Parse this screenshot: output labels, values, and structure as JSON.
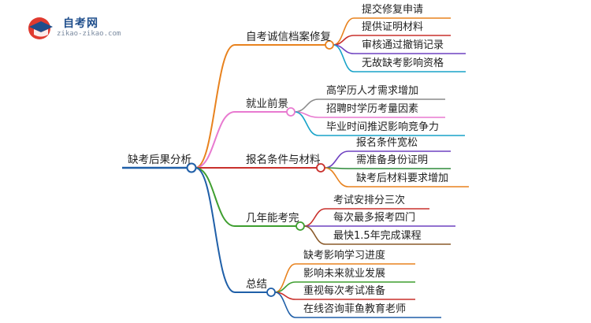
{
  "logo": {
    "name": "自考网",
    "domain": "zikao-zikao.com"
  },
  "root": {
    "label": "缺考后果分析"
  },
  "branches": [
    {
      "label": "自考诚信档案修复",
      "color": "#e8821e",
      "children": [
        {
          "label": "提交修复申请",
          "color": "#e8821e"
        },
        {
          "label": "提供证明材料",
          "color": "#c9302c"
        },
        {
          "label": "审核通过撤销记录",
          "color": "#6f42c1"
        },
        {
          "label": "无故缺考影响资格",
          "color": "#18a3c9"
        }
      ]
    },
    {
      "label": "就业前景",
      "color": "#e87ad0",
      "children": [
        {
          "label": "高学历人才需求增加",
          "color": "#8a8a8a"
        },
        {
          "label": "招聘时学历考量因素",
          "color": "#e87ad0"
        },
        {
          "label": "毕业时间推迟影响竞争力",
          "color": "#18a3c9"
        }
      ]
    },
    {
      "label": "报名条件与材料",
      "color": "#c9302c",
      "children": [
        {
          "label": "报名条件宽松",
          "color": "#6f42c1"
        },
        {
          "label": "需准备身份证明",
          "color": "#2e8b3a"
        },
        {
          "label": "缺考后材料要求增加",
          "color": "#e8821e"
        }
      ]
    },
    {
      "label": "几年能考完",
      "color": "#3e9e2f",
      "children": [
        {
          "label": "考试安排分三次",
          "color": "#c9302c"
        },
        {
          "label": "每次最多报考四门",
          "color": "#6f42c1"
        },
        {
          "label": "最快1.5年完成课程",
          "color": "#8a5a2a"
        }
      ]
    },
    {
      "label": "总结",
      "color": "#1f5fa8",
      "children": [
        {
          "label": "缺考影响学习进度",
          "color": "#e8821e"
        },
        {
          "label": "影响未来就业发展",
          "color": "#3e9e2f"
        },
        {
          "label": "重视每次考试准备",
          "color": "#c9302c"
        },
        {
          "label": "在线咨询菲鱼教育老师",
          "color": "#1f5fa8"
        }
      ]
    }
  ]
}
